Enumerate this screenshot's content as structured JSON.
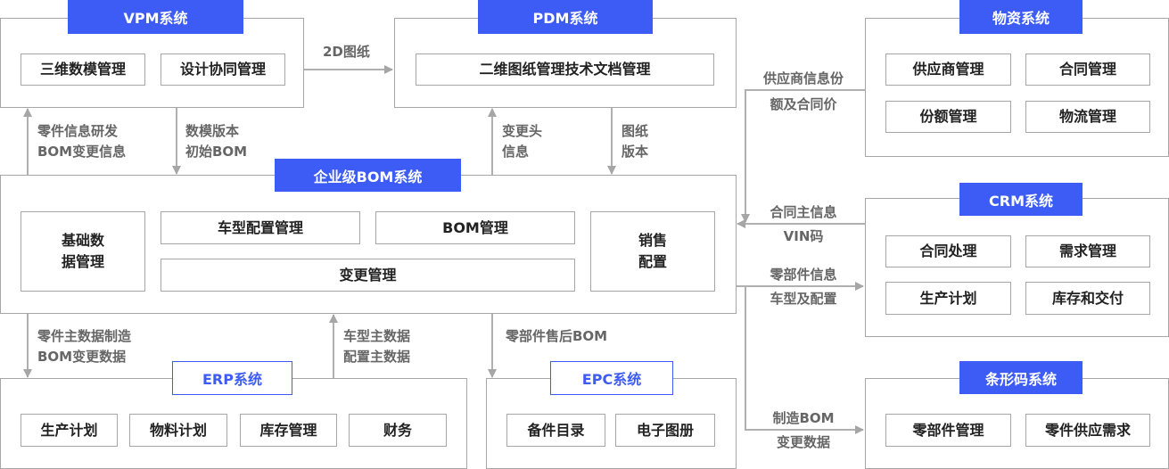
{
  "systems": {
    "vpm": {
      "title": "VPM系统",
      "modules": [
        "三维数模管理",
        "设计协同管理"
      ]
    },
    "pdm": {
      "title": "PDM系统",
      "modules": [
        "二维图纸管理技术文档管理"
      ]
    },
    "materials": {
      "title": "物资系统",
      "modules": [
        "供应商管理",
        "合同管理",
        "份额管理",
        "物流管理"
      ]
    },
    "bom": {
      "title": "企业级BOM系统",
      "modules": [
        "基础数\n据管理",
        "车型配置管理",
        "BOM管理",
        "变更管理",
        "销售\n配置"
      ]
    },
    "crm": {
      "title": "CRM系统",
      "modules": [
        "合同处理",
        "需求管理",
        "生产计划",
        "库存和交付"
      ]
    },
    "erp": {
      "title": "ERP系统",
      "modules": [
        "生产计划",
        "物料计划",
        "库存管理",
        "财务"
      ]
    },
    "epc": {
      "title": "EPC系统",
      "modules": [
        "备件目录",
        "电子图册"
      ]
    },
    "barcode": {
      "title": "条形码系统",
      "modules": [
        "零部件管理",
        "零件供应需求"
      ]
    }
  },
  "flows": {
    "vpm_pdm": "2D图纸",
    "bom_vpm": [
      "零件信息研发",
      "BOM变更信息"
    ],
    "vpm_bom": [
      "数模版本",
      "初始BOM"
    ],
    "bom_pdm": [
      "变更头",
      "信息"
    ],
    "pdm_bom": [
      "图纸",
      "版本"
    ],
    "materials_bom": [
      "供应商信息份",
      "额及合同价"
    ],
    "crm_bom": [
      "合同主信息",
      "VIN码"
    ],
    "bom_crm": [
      "零部件信息",
      "车型及配置"
    ],
    "bom_barcode": [
      "制造BOM",
      "变更数据"
    ],
    "bom_erp": [
      "零件主数据制造",
      "BOM变更数据"
    ],
    "erp_bom": [
      "车型主数据",
      "配置主数据"
    ],
    "bom_epc": "零部件售后BOM"
  },
  "colors": {
    "accent": "#3d5bf5",
    "line": "#a6a6a6",
    "note": "#666666"
  }
}
